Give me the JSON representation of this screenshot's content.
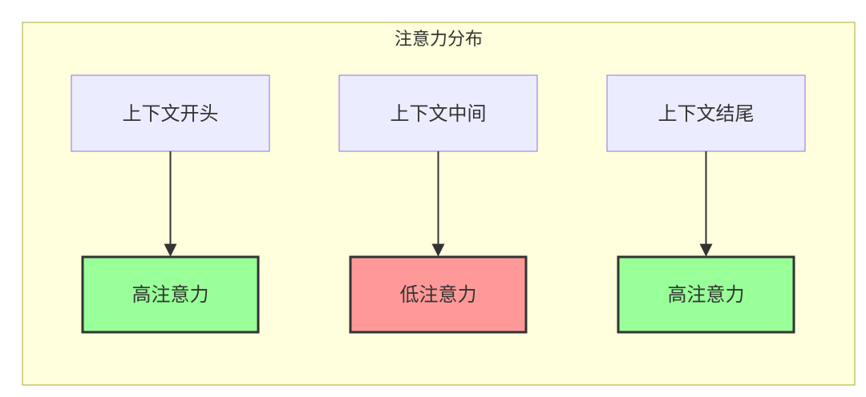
{
  "diagram": {
    "title": "注意力分布",
    "nodes": {
      "start": {
        "label": "上下文开头"
      },
      "middle": {
        "label": "上下文中间"
      },
      "end": {
        "label": "上下文结尾"
      },
      "high_start": {
        "label": "高注意力"
      },
      "low_middle": {
        "label": "低注意力"
      },
      "high_end": {
        "label": "高注意力"
      }
    }
  },
  "colors": {
    "group_fill": "#ffffdd",
    "group_stroke": "#aaaa33",
    "context_fill": "#ececff",
    "context_stroke": "#9370db",
    "high_fill": "#99ff99",
    "low_fill": "#ff9999",
    "attention_stroke": "#333333",
    "edge": "#333333",
    "text": "#333333"
  }
}
